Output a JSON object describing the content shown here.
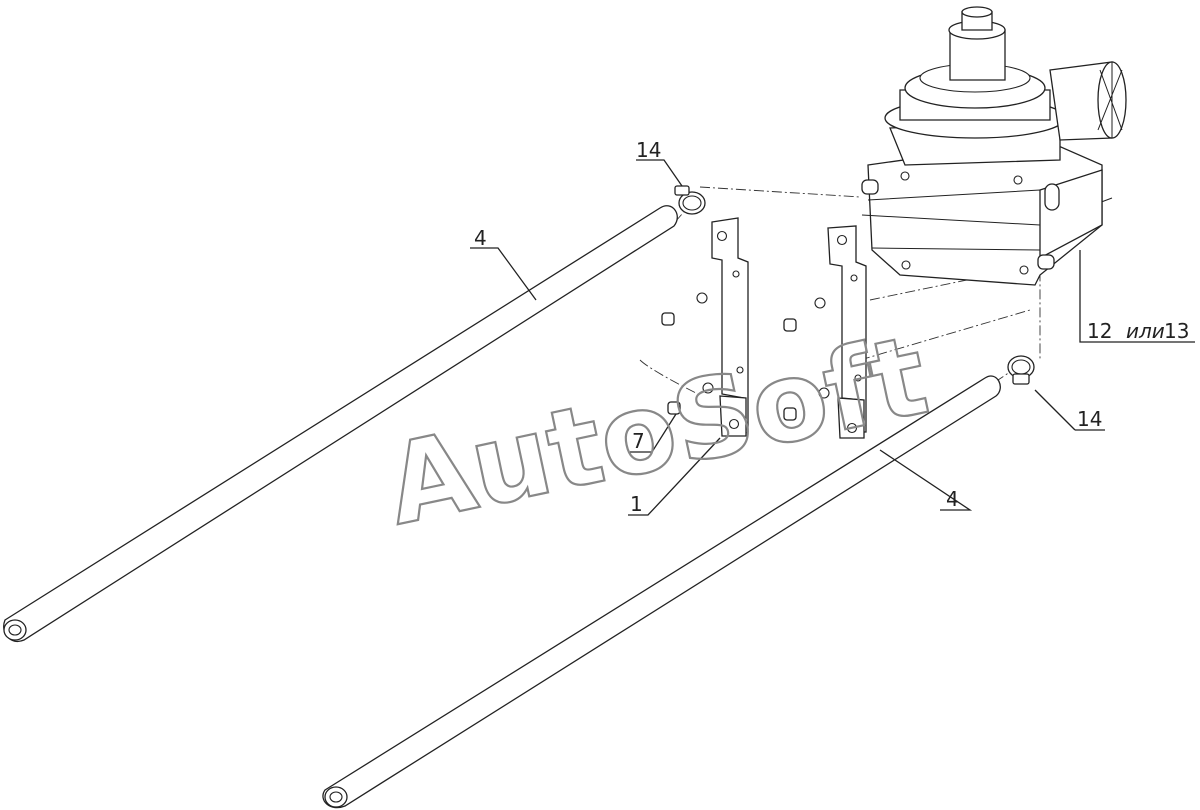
{
  "watermark": "AutoSoft",
  "callouts": {
    "clamp_top": "14",
    "clamp_bottom": "14",
    "hose_left": "4",
    "hose_right": "4",
    "bolt": "7",
    "bracket": "1",
    "heater_main": "12",
    "heater_or": "или",
    "heater_alt": "13"
  }
}
